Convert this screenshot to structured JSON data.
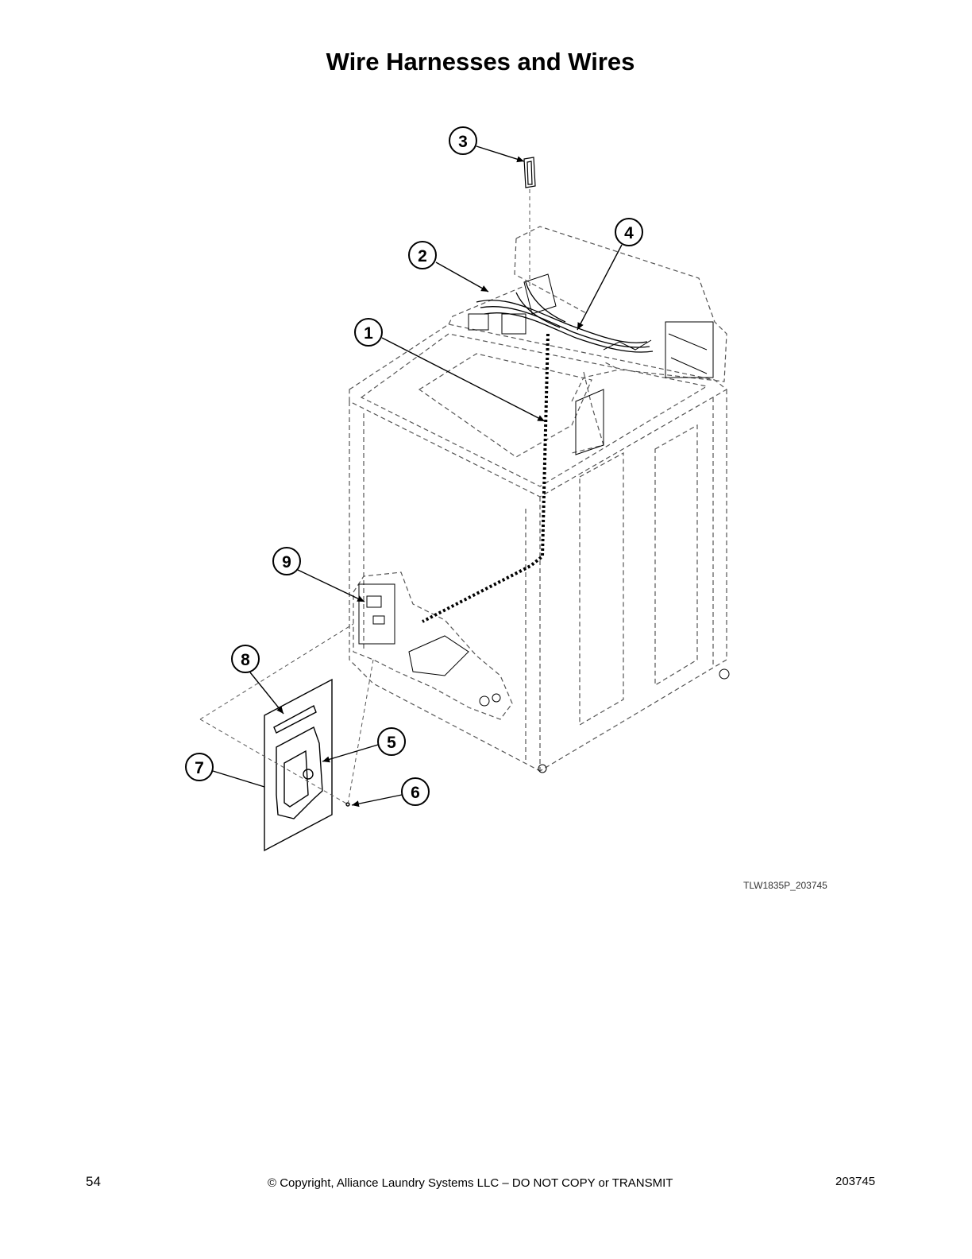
{
  "page": {
    "title": "Wire Harnesses and Wires",
    "figure_id": "TLW1835P_203745",
    "footer": {
      "page_number": "54",
      "copyright": "© Copyright, Alliance Laundry Systems LLC – DO NOT COPY or TRANSMIT",
      "doc_number": "203745"
    }
  },
  "callouts": [
    {
      "key": "c1",
      "label": "1"
    },
    {
      "key": "c2",
      "label": "2"
    },
    {
      "key": "c3",
      "label": "3"
    },
    {
      "key": "c4",
      "label": "4"
    },
    {
      "key": "c5",
      "label": "5"
    },
    {
      "key": "c6",
      "label": "6"
    },
    {
      "key": "c7",
      "label": "7"
    },
    {
      "key": "c8",
      "label": "8"
    },
    {
      "key": "c9",
      "label": "9"
    }
  ],
  "colors": {
    "line": "#000000",
    "phantom": "#555555",
    "background": "#ffffff"
  }
}
